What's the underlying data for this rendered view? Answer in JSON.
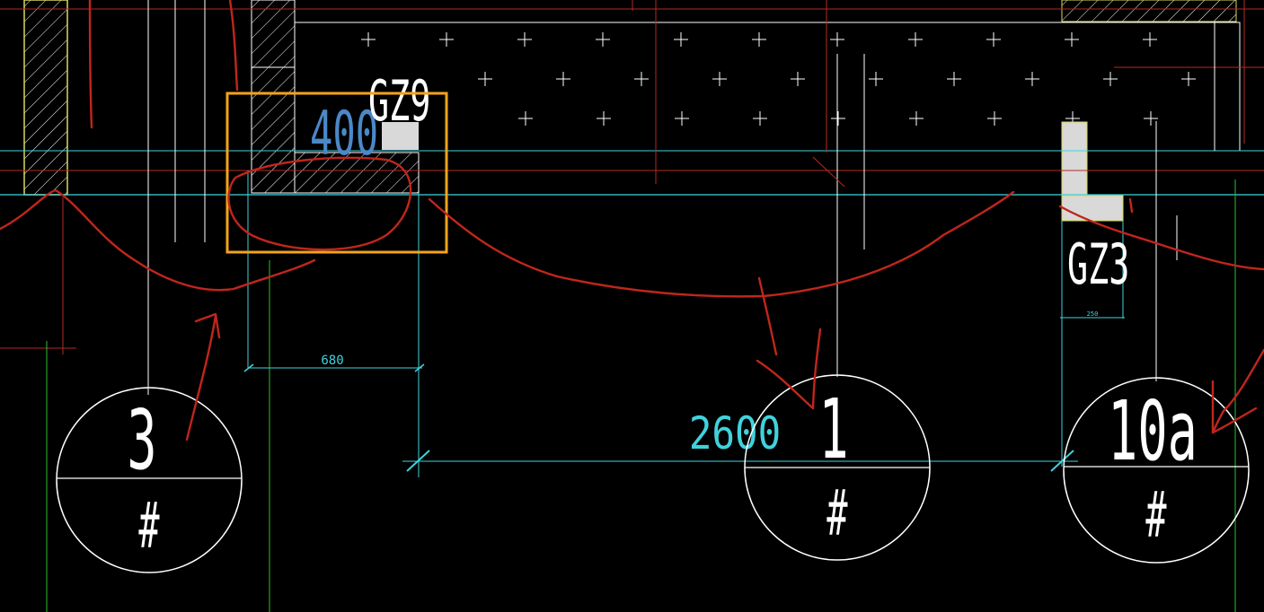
{
  "drawing": {
    "background_color": "#000000",
    "colors": {
      "wall_outline": "#d8d860",
      "grid_white": "#ffffff",
      "grid_red": "#b42a22",
      "dimension_cyan": "#3fd3dc",
      "axis_green": "#2fbf2f",
      "markup_red": "#c0261c",
      "highlight_box": "#f3a31a",
      "fill_gray": "#d9d9d9"
    },
    "column_labels": {
      "gz9": "GZ9",
      "gz3": "GZ3"
    },
    "text_400": "400",
    "dimensions": {
      "d680": "680",
      "d2600": "2600",
      "d250": "250"
    },
    "axis_bubbles": [
      {
        "id": "bubble-3",
        "top": "3",
        "bottom": "#"
      },
      {
        "id": "bubble-1",
        "top": "1",
        "bottom": "#"
      },
      {
        "id": "bubble-10a",
        "top": "10a",
        "bottom": "#"
      }
    ]
  }
}
